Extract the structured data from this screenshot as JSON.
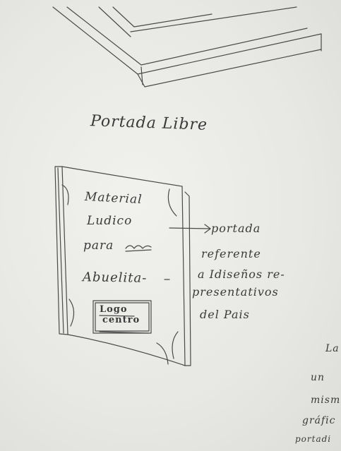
{
  "sketch": {
    "title": "Portada Libre",
    "cover_lines": [
      "Material",
      "Ludico",
      "para",
      "Abuelita-"
    ],
    "logo_lines": [
      "Logo",
      "centro"
    ],
    "annotation_lines": [
      "portada",
      "referente",
      "a Idiseños re-",
      "presentativos",
      "del Pais"
    ],
    "side_lines": [
      "La",
      "un",
      "mism",
      "gráfic",
      "portadi"
    ]
  },
  "colors": {
    "paper": "#ecece9",
    "pencil": "#3a3a3a"
  }
}
